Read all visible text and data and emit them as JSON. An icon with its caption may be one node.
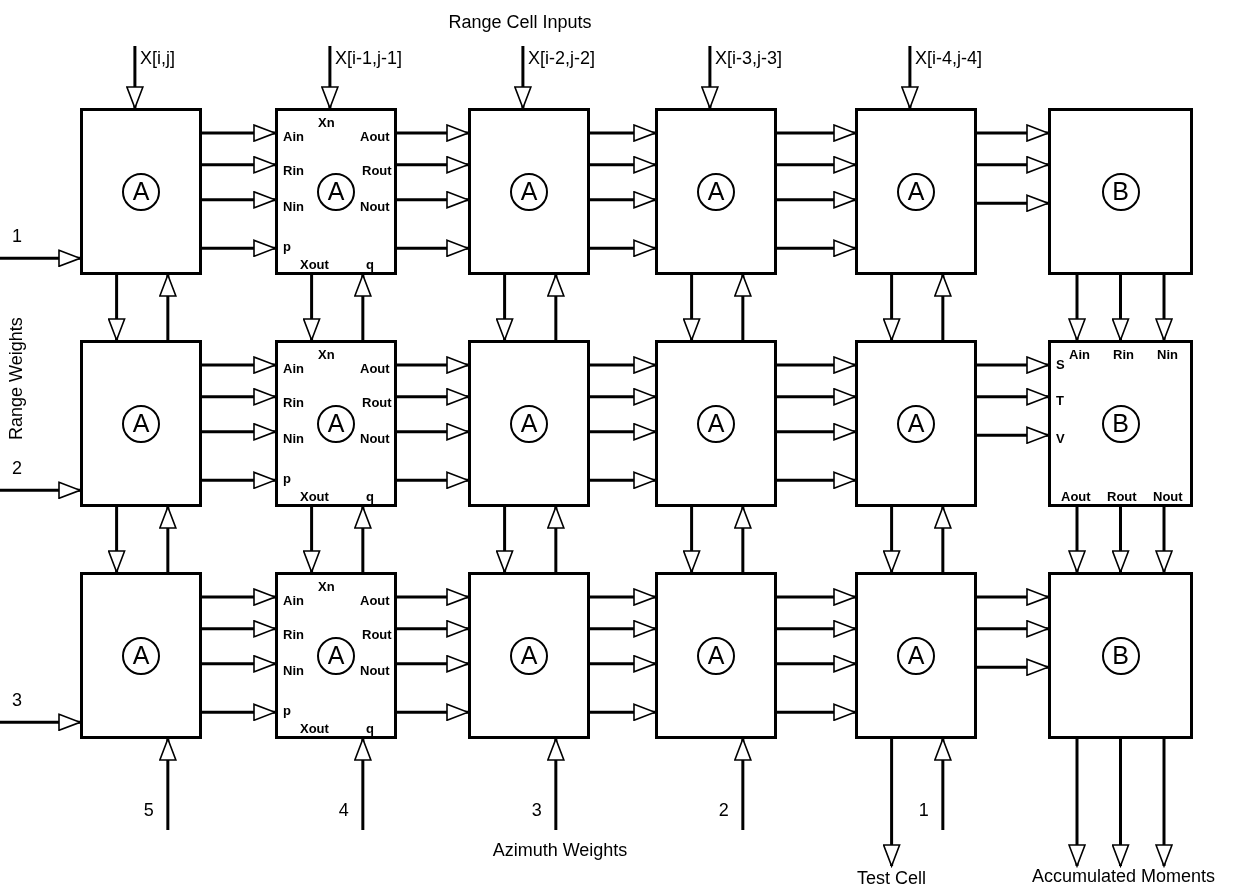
{
  "diagram": {
    "nodes": [
      {
        "text": [
          "A"
        ]
      },
      {
        "text": [
          "Xn",
          "Ain",
          "Rin",
          "Nin",
          "A",
          "Aout",
          "Rout",
          "Nout",
          "p",
          "Xout",
          "q"
        ]
      },
      {
        "text": [
          "A"
        ]
      },
      {
        "text": [
          "A"
        ]
      },
      {
        "text": [
          "A"
        ]
      },
      {
        "text": [
          "B"
        ]
      },
      {
        "text": [
          "A"
        ]
      },
      {
        "text": [
          "Xn",
          "Ain",
          "Rin",
          "Nin",
          "A",
          "Aout",
          "Rout",
          "Nout",
          "p",
          "Xout",
          "q"
        ]
      },
      {
        "text": [
          "A"
        ]
      },
      {
        "text": [
          "A"
        ]
      },
      {
        "text": [
          "A"
        ]
      },
      {
        "text": [
          "Ain",
          "Rin",
          "Nin",
          "S",
          "T",
          "V",
          "B",
          "Aout",
          "Rout",
          "Nout"
        ]
      },
      {
        "text": [
          "A"
        ]
      },
      {
        "text": [
          "Xn",
          "Ain",
          "Rin",
          "Nin",
          "A",
          "Aout",
          "Rout",
          "Nout",
          "p",
          "Xout",
          "q"
        ]
      },
      {
        "text": [
          "A"
        ]
      },
      {
        "text": [
          "A"
        ]
      },
      {
        "text": [
          "A"
        ]
      },
      {
        "text": [
          "B"
        ]
      },
      {
        "text": [
          "Accumulated Moments"
        ]
      }
    ],
    "edges": [
      {
        "from": null,
        "to": 0,
        "arrow": "to",
        "label": "X[i,j]"
      },
      {
        "from": null,
        "to": 1,
        "arrow": "to",
        "label": "X[i-1,j-1]"
      },
      {
        "from": null,
        "to": 2,
        "arrow": "to",
        "label": "X[i-2,j-2]"
      },
      {
        "from": null,
        "to": 3,
        "arrow": "to",
        "label": "X[i-3,j-3]"
      },
      {
        "from": null,
        "to": 4,
        "arrow": "to",
        "label": "X[i-4,j-4]"
      },
      {
        "from": null,
        "to": 0,
        "arrow": "to",
        "label": "1"
      },
      {
        "from": null,
        "to": 6,
        "arrow": "to",
        "label": "2"
      },
      {
        "from": null,
        "to": 12,
        "arrow": "to",
        "label": "3"
      },
      {
        "from": 0,
        "to": 1,
        "arrow": "to"
      },
      {
        "from": 0,
        "to": 1,
        "arrow": "to"
      },
      {
        "from": 0,
        "to": 1,
        "arrow": "to"
      },
      {
        "from": 0,
        "to": 1,
        "arrow": "to"
      },
      {
        "from": 1,
        "to": 2,
        "arrow": "to"
      },
      {
        "from": 1,
        "to": 2,
        "arrow": "to"
      },
      {
        "from": 1,
        "to": 2,
        "arrow": "to"
      },
      {
        "from": 1,
        "to": 2,
        "arrow": "to"
      },
      {
        "from": 2,
        "to": 3,
        "arrow": "to"
      },
      {
        "from": 2,
        "to": 3,
        "arrow": "to"
      },
      {
        "from": 2,
        "to": 3,
        "arrow": "to"
      },
      {
        "from": 2,
        "to": 3,
        "arrow": "to"
      },
      {
        "from": 3,
        "to": 4,
        "arrow": "to"
      },
      {
        "from": 3,
        "to": 4,
        "arrow": "to"
      },
      {
        "from": 3,
        "to": 4,
        "arrow": "to"
      },
      {
        "from": 3,
        "to": 4,
        "arrow": "to"
      },
      {
        "from": 4,
        "to": 5,
        "arrow": "to"
      },
      {
        "from": 4,
        "to": 5,
        "arrow": "to"
      },
      {
        "from": 4,
        "to": 5,
        "arrow": "to"
      },
      {
        "from": 6,
        "to": 7,
        "arrow": "to"
      },
      {
        "from": 6,
        "to": 7,
        "arrow": "to"
      },
      {
        "from": 6,
        "to": 7,
        "arrow": "to"
      },
      {
        "from": 6,
        "to": 7,
        "arrow": "to"
      },
      {
        "from": 7,
        "to": 8,
        "arrow": "to"
      },
      {
        "from": 7,
        "to": 8,
        "arrow": "to"
      },
      {
        "from": 7,
        "to": 8,
        "arrow": "to"
      },
      {
        "from": 7,
        "to": 8,
        "arrow": "to"
      },
      {
        "from": 8,
        "to": 9,
        "arrow": "to"
      },
      {
        "from": 8,
        "to": 9,
        "arrow": "to"
      },
      {
        "from": 8,
        "to": 9,
        "arrow": "to"
      },
      {
        "from": 8,
        "to": 9,
        "arrow": "to"
      },
      {
        "from": 9,
        "to": 10,
        "arrow": "to"
      },
      {
        "from": 9,
        "to": 10,
        "arrow": "to"
      },
      {
        "from": 9,
        "to": 10,
        "arrow": "to"
      },
      {
        "from": 9,
        "to": 10,
        "arrow": "to"
      },
      {
        "from": 10,
        "to": 11,
        "arrow": "to"
      },
      {
        "from": 10,
        "to": 11,
        "arrow": "to"
      },
      {
        "from": 10,
        "to": 11,
        "arrow": "to"
      },
      {
        "from": 12,
        "to": 13,
        "arrow": "to"
      },
      {
        "from": 12,
        "to": 13,
        "arrow": "to"
      },
      {
        "from": 12,
        "to": 13,
        "arrow": "to"
      },
      {
        "from": 12,
        "to": 13,
        "arrow": "to"
      },
      {
        "from": 13,
        "to": 14,
        "arrow": "to"
      },
      {
        "from": 13,
        "to": 14,
        "arrow": "to"
      },
      {
        "from": 13,
        "to": 14,
        "arrow": "to"
      },
      {
        "from": 13,
        "to": 14,
        "arrow": "to"
      },
      {
        "from": 14,
        "to": 15,
        "arrow": "to"
      },
      {
        "from": 14,
        "to": 15,
        "arrow": "to"
      },
      {
        "from": 14,
        "to": 15,
        "arrow": "to"
      },
      {
        "from": 14,
        "to": 15,
        "arrow": "to"
      },
      {
        "from": 15,
        "to": 16,
        "arrow": "to"
      },
      {
        "from": 15,
        "to": 16,
        "arrow": "to"
      },
      {
        "from": 15,
        "to": 16,
        "arrow": "to"
      },
      {
        "from": 15,
        "to": 16,
        "arrow": "to"
      },
      {
        "from": 16,
        "to": 17,
        "arrow": "to"
      },
      {
        "from": 16,
        "to": 17,
        "arrow": "to"
      },
      {
        "from": 16,
        "to": 17,
        "arrow": "to"
      },
      {
        "from": 0,
        "to": 6,
        "arrow": "to"
      },
      {
        "from": 6,
        "to": 0,
        "arrow": "to"
      },
      {
        "from": 1,
        "to": 7,
        "arrow": "to"
      },
      {
        "from": 7,
        "to": 1,
        "arrow": "to"
      },
      {
        "from": 2,
        "to": 8,
        "arrow": "to"
      },
      {
        "from": 8,
        "to": 2,
        "arrow": "to"
      },
      {
        "from": 3,
        "to": 9,
        "arrow": "to"
      },
      {
        "from": 9,
        "to": 3,
        "arrow": "to"
      },
      {
        "from": 4,
        "to": 10,
        "arrow": "to"
      },
      {
        "from": 10,
        "to": 4,
        "arrow": "to"
      },
      {
        "from": 5,
        "to": 11,
        "arrow": "to"
      },
      {
        "from": 5,
        "to": 11,
        "arrow": "to"
      },
      {
        "from": 5,
        "to": 11,
        "arrow": "to"
      },
      {
        "from": 6,
        "to": 12,
        "arrow": "to"
      },
      {
        "from": 12,
        "to": 6,
        "arrow": "to"
      },
      {
        "from": 7,
        "to": 13,
        "arrow": "to"
      },
      {
        "from": 13,
        "to": 7,
        "arrow": "to"
      },
      {
        "from": 8,
        "to": 14,
        "arrow": "to"
      },
      {
        "from": 14,
        "to": 8,
        "arrow": "to"
      },
      {
        "from": 9,
        "to": 15,
        "arrow": "to"
      },
      {
        "from": 15,
        "to": 9,
        "arrow": "to"
      },
      {
        "from": 10,
        "to": 16,
        "arrow": "to"
      },
      {
        "from": 16,
        "to": 10,
        "arrow": "to"
      },
      {
        "from": 11,
        "to": 17,
        "arrow": "to"
      },
      {
        "from": 11,
        "to": 17,
        "arrow": "to"
      },
      {
        "from": 11,
        "to": 17,
        "arrow": "to"
      },
      {
        "from": null,
        "to": 12,
        "arrow": "to",
        "label": "5"
      },
      {
        "from": null,
        "to": 13,
        "arrow": "to",
        "label": "4"
      },
      {
        "from": null,
        "to": 14,
        "arrow": "to",
        "label": "3"
      },
      {
        "from": null,
        "to": 15,
        "arrow": "to",
        "label": "2"
      },
      {
        "from": null,
        "to": 16,
        "arrow": "to",
        "label": "1"
      },
      {
        "from": 16,
        "to": null,
        "arrow": "to",
        "label": "Test Cell"
      },
      {
        "from": 17,
        "to": 18,
        "arrow": "to"
      },
      {
        "from": 17,
        "to": 18,
        "arrow": "to"
      },
      {
        "from": 17,
        "to": 18,
        "arrow": "to"
      }
    ],
    "labels": [
      "Range Cell Inputs",
      "Range Weights",
      "Azimuth Weights"
    ]
  }
}
